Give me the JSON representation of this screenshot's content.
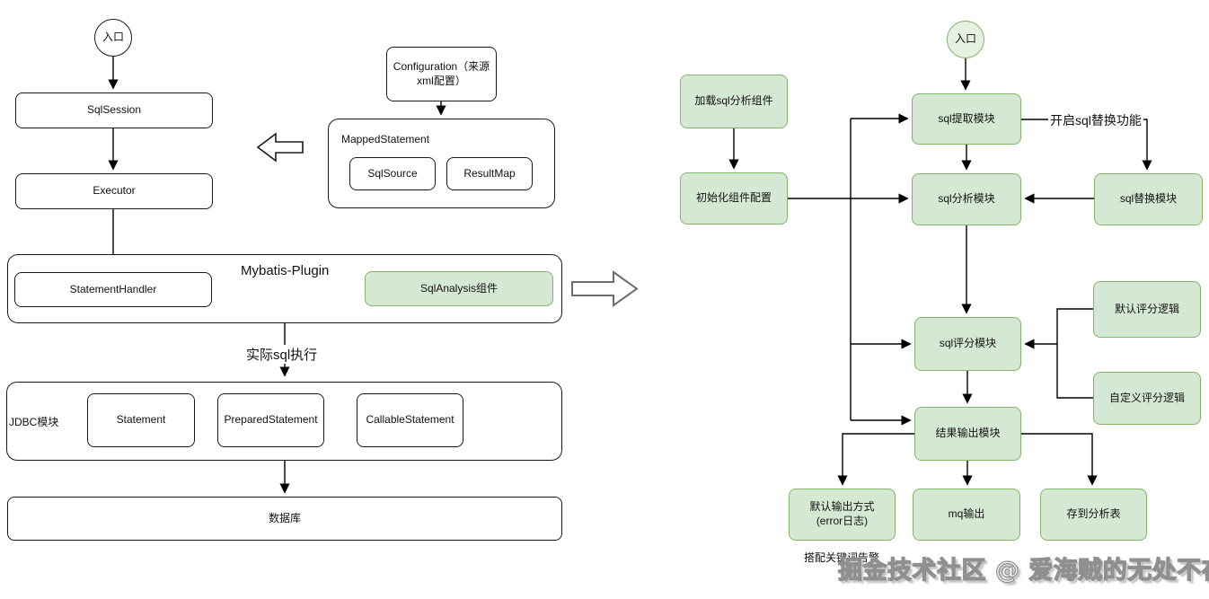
{
  "left": {
    "entry": "入口",
    "sql_session": "SqlSession",
    "executor": "Executor",
    "configuration_line1": "Configuration（来源",
    "configuration_line2": "xml配置）",
    "mapped_statement": "MappedStatement",
    "sql_source": "SqlSource",
    "result_map": "ResultMap",
    "plugin_title": "Mybatis-Plugin",
    "statement_handler": "StatementHandler",
    "sql_analysis": "SqlAnalysis组件",
    "actual_sql_label": "实际sql执行",
    "jdbc_label": "JDBC模块",
    "statement": "Statement",
    "prepared_statement": "PreparedStatement",
    "callable_statement": "CallableStatement",
    "database": "数据库"
  },
  "right": {
    "entry": "入口",
    "load_component": "加载sql分析组件",
    "init_config": "初始化组件配置",
    "sql_extract": "sql提取模块",
    "enable_replace_label": "开启sql替换功能",
    "sql_replace": "sql替换模块",
    "sql_analyze": "sql分析模块",
    "default_score_logic": "默认评分逻辑",
    "custom_score_logic": "自定义评分逻辑",
    "sql_score": "sql评分模块",
    "result_output": "结果输出模块",
    "default_output_line1": "默认输出方式",
    "default_output_line2": "(error日志)",
    "mq_output": "mq输出",
    "save_table": "存到分析表",
    "keyword_alert_label": "搭配关键词告警"
  },
  "watermark": "掘金技术社区 @ 爱海贼的无处不在",
  "colors": {
    "green_fill": "#d5e8d4",
    "green_border": "#82b366",
    "entry_circle_fill": "#e7f1e3",
    "white_fill": "#ffffff",
    "line": "#000000"
  }
}
